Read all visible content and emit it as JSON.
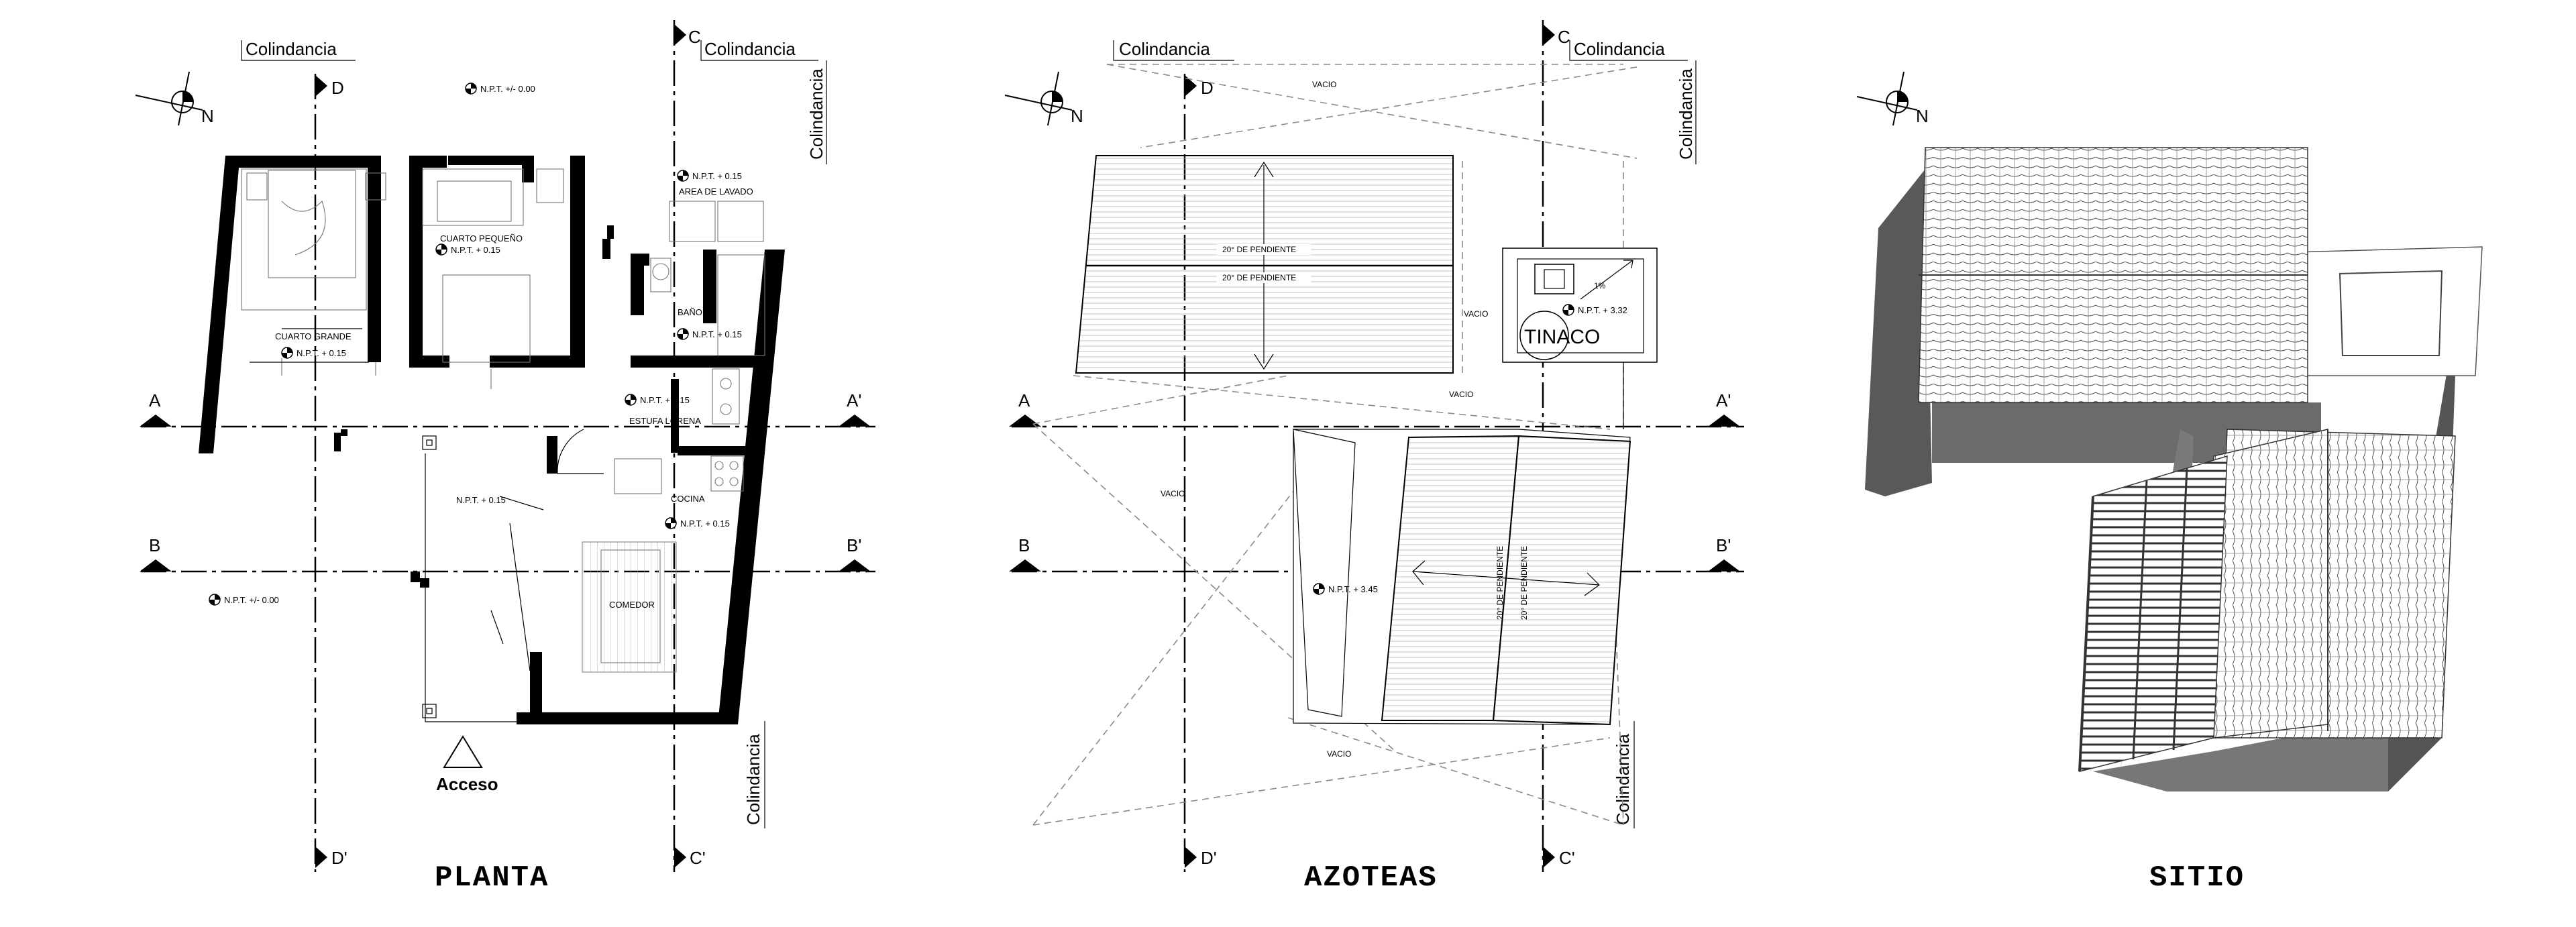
{
  "panels": {
    "planta": {
      "title": "PLANTA",
      "colindancia": [
        "Colindancia",
        "Colindancia",
        "Colindancia",
        "Colindancia"
      ],
      "axes": {
        "a": "A",
        "a2": "A'",
        "b": "B",
        "b2": "B'",
        "c": "C",
        "c2": "C'",
        "d": "D",
        "d2": "D'"
      },
      "north": "N",
      "rooms": {
        "cuarto_grande": "CUARTO GRANDE",
        "cuarto_pequeno": "CUARTO PEQUEÑO",
        "area_lavado": "AREA DE LAVADO",
        "bano": "BAÑO",
        "estufa": "ESTUFA LORENA",
        "cocina": "COCINA",
        "comedor": "COMEDOR"
      },
      "levels": {
        "outside_top": "N.P.T. +/- 0.00",
        "lavado": "N.P.T. + 0.15",
        "cuarto_pequeno": "N.P.T. + 0.15",
        "bano": "N.P.T. + 0.15",
        "cuarto_grande": "N.P.T. + 0.15",
        "estufa": "N.P.T. + 0.15",
        "patio": "N.P.T. + 0.15",
        "cocina": "N.P.T. + 0.15",
        "outside_left": "N.P.T. +/- 0.00"
      },
      "acceso": "Acceso"
    },
    "azoteas": {
      "title": "AZOTEAS",
      "colindancia": [
        "Colindancia",
        "Colindancia",
        "Colindancia",
        "Colindancia"
      ],
      "axes": {
        "a": "A",
        "a2": "A'",
        "b": "B",
        "b2": "B'",
        "c": "C",
        "c2": "C'",
        "d": "D",
        "d2": "D'"
      },
      "north": "N",
      "slopes": [
        "20° DE PENDIENTE",
        "20° DE PENDIENTE",
        "20° DE PENDIENTE",
        "20° DE PENDIENTE"
      ],
      "vacio": [
        "VACIO",
        "VACIO",
        "VACIO",
        "VACIO",
        "VACIO"
      ],
      "tinaco": "TINACO",
      "percent": "1%",
      "levels": {
        "tinaco": "N.P.T. + 3.32",
        "roof": "N.P.T. + 3.45"
      }
    },
    "sitio": {
      "title": "SITIO",
      "north": "N"
    }
  }
}
